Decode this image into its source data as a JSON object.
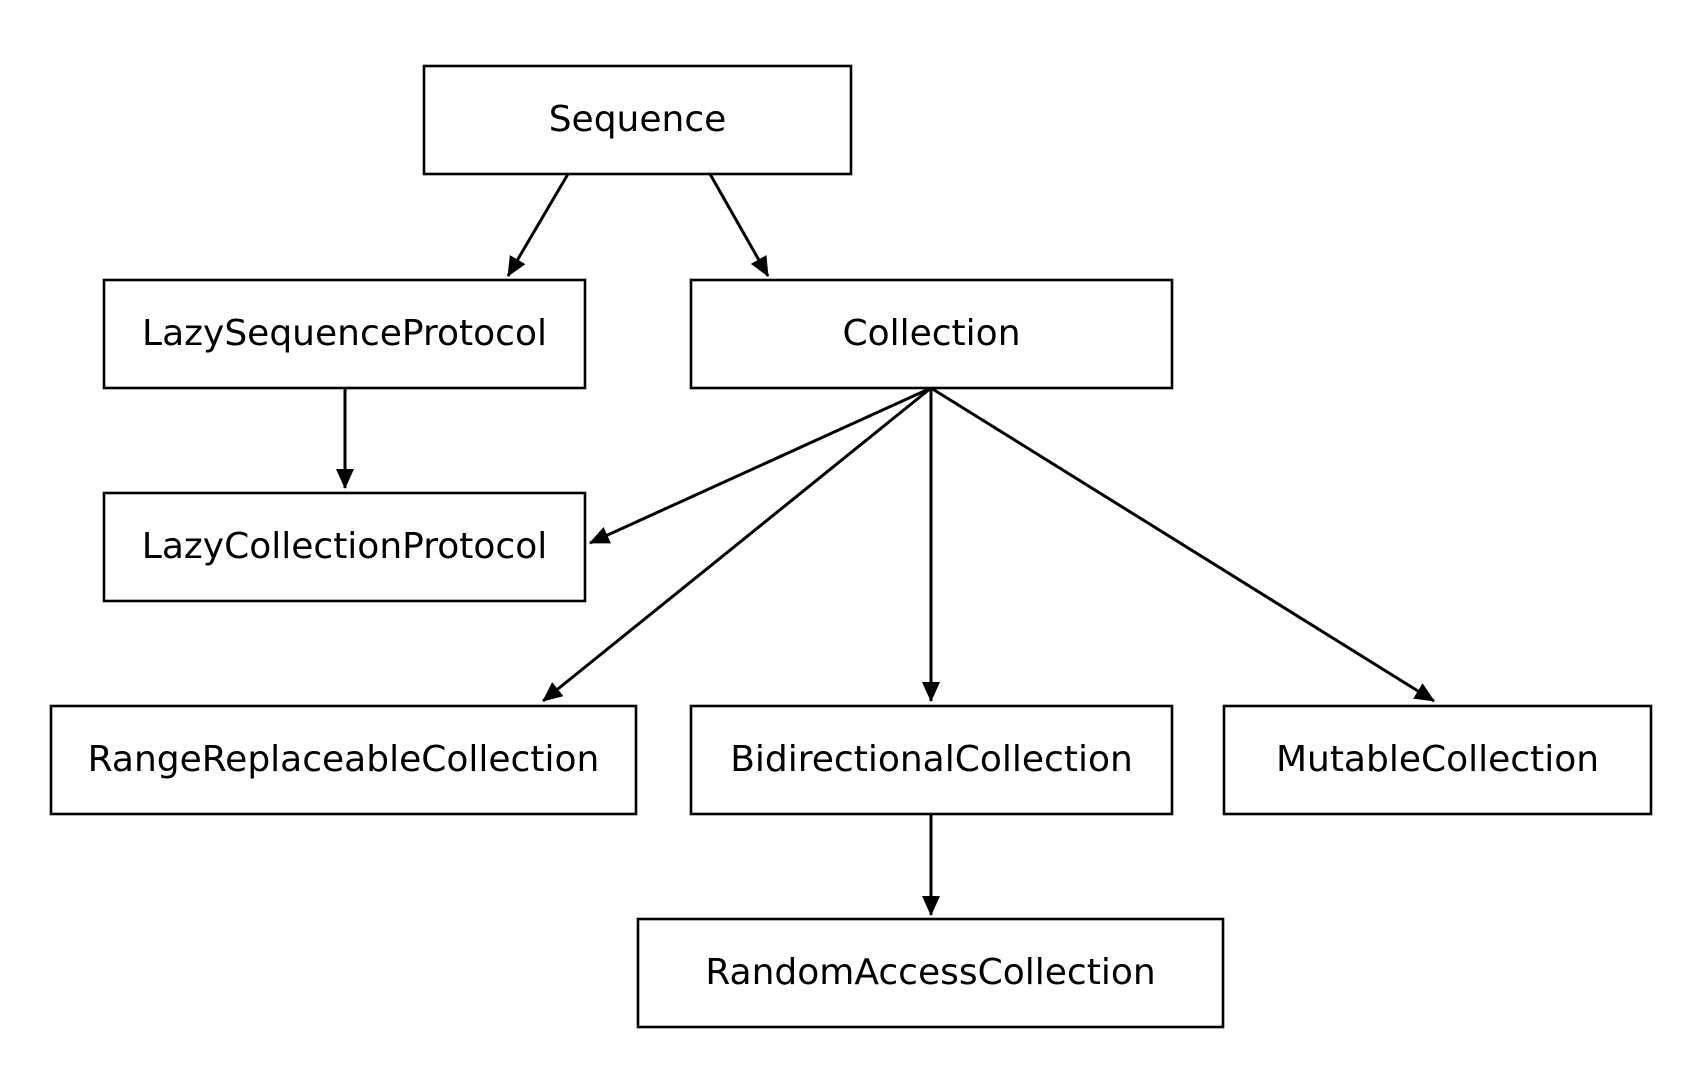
{
  "nodes": {
    "sequence": "Sequence",
    "lazy_sequence_protocol": "LazySequenceProtocol",
    "collection": "Collection",
    "lazy_collection_protocol": "LazyCollectionProtocol",
    "range_replaceable_collection": "RangeReplaceableCollection",
    "bidirectional_collection": "BidirectionalCollection",
    "mutable_collection": "MutableCollection",
    "random_access_collection": "RandomAccessCollection"
  },
  "edges": [
    {
      "from": "sequence",
      "to": "lazy_sequence_protocol"
    },
    {
      "from": "sequence",
      "to": "collection"
    },
    {
      "from": "lazy_sequence_protocol",
      "to": "lazy_collection_protocol"
    },
    {
      "from": "collection",
      "to": "lazy_collection_protocol"
    },
    {
      "from": "collection",
      "to": "range_replaceable_collection"
    },
    {
      "from": "collection",
      "to": "bidirectional_collection"
    },
    {
      "from": "collection",
      "to": "mutable_collection"
    },
    {
      "from": "bidirectional_collection",
      "to": "random_access_collection"
    }
  ],
  "colors": {
    "stroke": "#000000",
    "box_fill": "#ffffff",
    "background": "#ffffff"
  }
}
